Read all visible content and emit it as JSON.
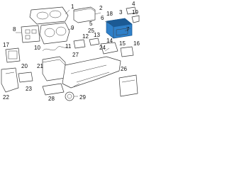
{
  "callouts": [
    "1",
    "2",
    "3",
    "4",
    "5",
    "6",
    "7",
    "8",
    "9",
    "10",
    "11",
    "12",
    "13",
    "14",
    "15",
    "16",
    "17",
    "18",
    "19",
    "20",
    "21",
    "22",
    "23",
    "24",
    "25",
    "26",
    "27",
    "28",
    "29"
  ],
  "colors": {
    "highlight": "#2f80c9",
    "highlight_dark": "#1b5a94",
    "line": "#3a3a3a"
  }
}
